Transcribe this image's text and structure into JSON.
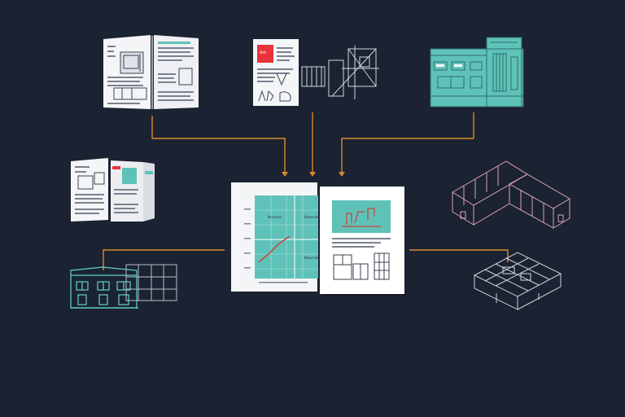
{
  "colors": {
    "background": "#1b2231",
    "connector": "#d9892e",
    "teal": "#5fc2b8",
    "teal_line": "#63d3c6",
    "paper": "#f4f5f7",
    "ink": "#5a6270",
    "pink_line": "#d9a3b0",
    "light_line": "#cfd6e0",
    "accent_red": "#e8333a"
  },
  "center": {
    "left_page": {
      "label_top_left": "Nowcat",
      "label_top_right": "Nowcak",
      "label_bottom_right": "Nowcak"
    }
  },
  "top_middle": {
    "thumbnail_text": "Ast"
  }
}
